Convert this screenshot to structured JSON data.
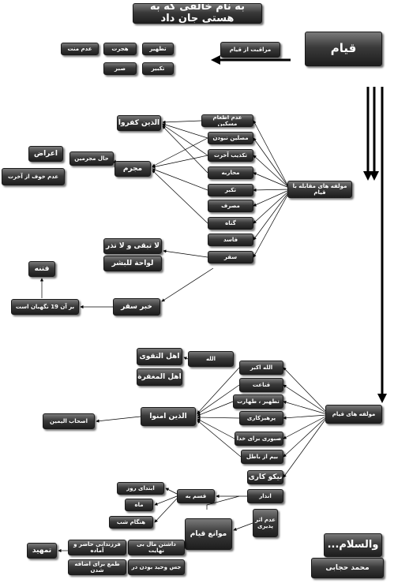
{
  "title": "به نام خالقی که به هستی جان داد",
  "qiyam": "قیام",
  "moraqebat": "مراقبت از قیام",
  "top_items": [
    "تطهیر",
    "هجرت",
    "عدم منت",
    "تکبیر",
    "صبر"
  ],
  "opposing": {
    "hub": "مولفه های مقابله با قیام",
    "items": [
      "عدم اطعام مسکین",
      "مصلین نبودن",
      "تکذیب آخرت",
      "محاربه",
      "تکبر",
      "مصرف",
      "گناه",
      "فاسد",
      "سقر"
    ],
    "kafaru": "الذین کفروا",
    "mojrem": "مجرم",
    "hal_mojremin": "حال مجرمین",
    "eraz": "اعراض",
    "adam_khof": "عدم خوف از آخرت",
    "la_tobqi": "لا تبقی و لا تذر",
    "lawwaha": "لواحة للبشر",
    "khabar_saqar": "خبر سقر",
    "negahban": "بر آن 19 نگهبان است",
    "fetne": "فتنه"
  },
  "qiyam_components": {
    "hub": "مولفه های قیام",
    "items": [
      "الله اکبر",
      "قناعت",
      "تطهیر ، طهارت",
      "پرهیزکاری",
      "صبوری برای خدا",
      "بیم از باطل",
      "نیکو کاری",
      "انذار"
    ],
    "allah": "الله",
    "ahl_taqwa": "اهل التقوی",
    "ahl_maghfira": "اهل المغفرة",
    "amanu": "الذین امنوا",
    "yamin": "اصحاب الیمین"
  },
  "oaths": {
    "qasam": "قسم به",
    "items": [
      "ابتدای روز",
      "ماه",
      "هنگام شب"
    ]
  },
  "obstacles": {
    "title": "موانع قیام",
    "adam_asar": "عدم اثر پذیری",
    "items": [
      "داشتن مال بی نهایت",
      "فرزندانی حاضر و آماده",
      "جس وحید بودن در",
      "طمع برای اضافه شدن"
    ],
    "tamhid": "تمهید"
  },
  "closing": "والسلام...",
  "author": "محمد حجابی"
}
